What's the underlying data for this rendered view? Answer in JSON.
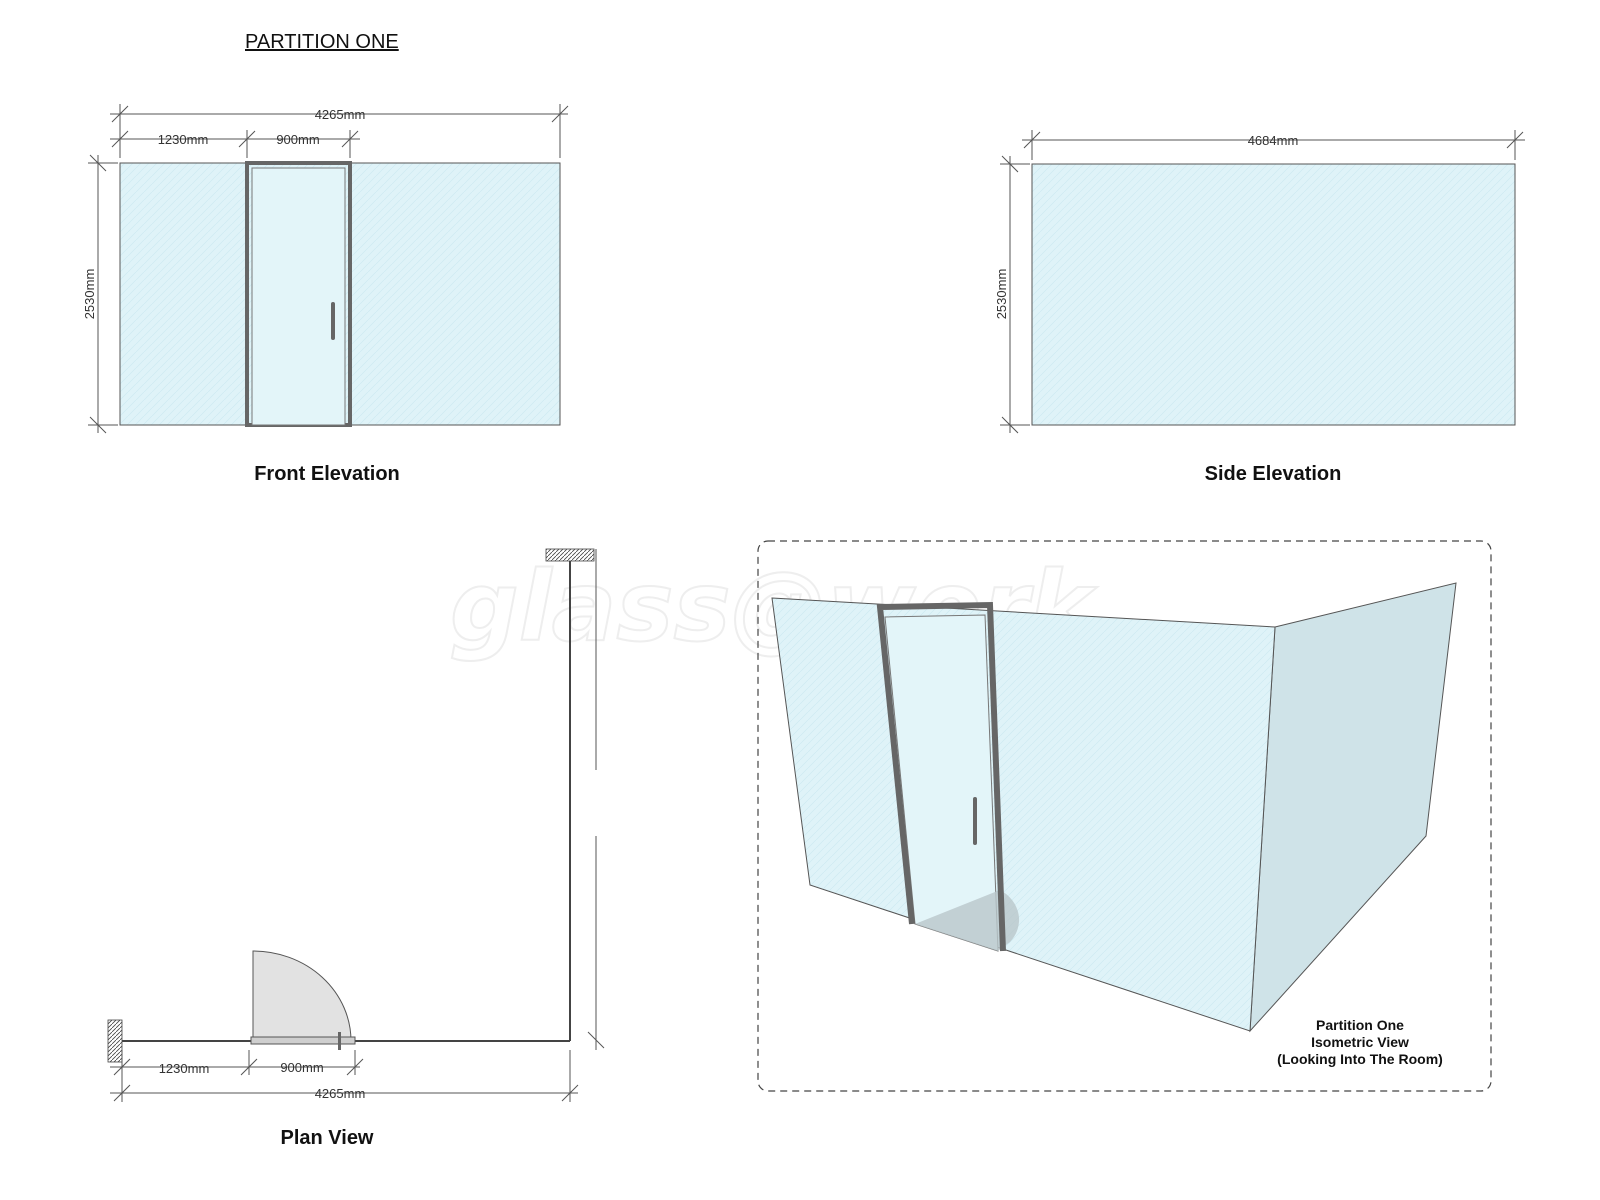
{
  "page": {
    "heading": "PARTITION ONE",
    "watermark": "glass@work"
  },
  "front_elevation": {
    "title": "Front Elevation",
    "width_total": "4265mm",
    "width_left": "1230mm",
    "width_door": "900mm",
    "height": "2530mm"
  },
  "side_elevation": {
    "title": "Side Elevation",
    "width_total": "4684mm",
    "height": "2530mm"
  },
  "plan_view": {
    "title": "Plan View",
    "width_left": "1230mm",
    "width_door": "900mm",
    "width_total": "4265mm"
  },
  "isometric": {
    "caption_line1": "Partition One",
    "caption_line2": "Isometric View",
    "caption_line3": "(Looking Into The Room)"
  },
  "colors": {
    "glass": "#dff3f8",
    "glass_dark": "#d2ecf2",
    "side_wall": "#cfe3e8",
    "frame": "#666666",
    "door_swing": "#e2e2e2"
  }
}
